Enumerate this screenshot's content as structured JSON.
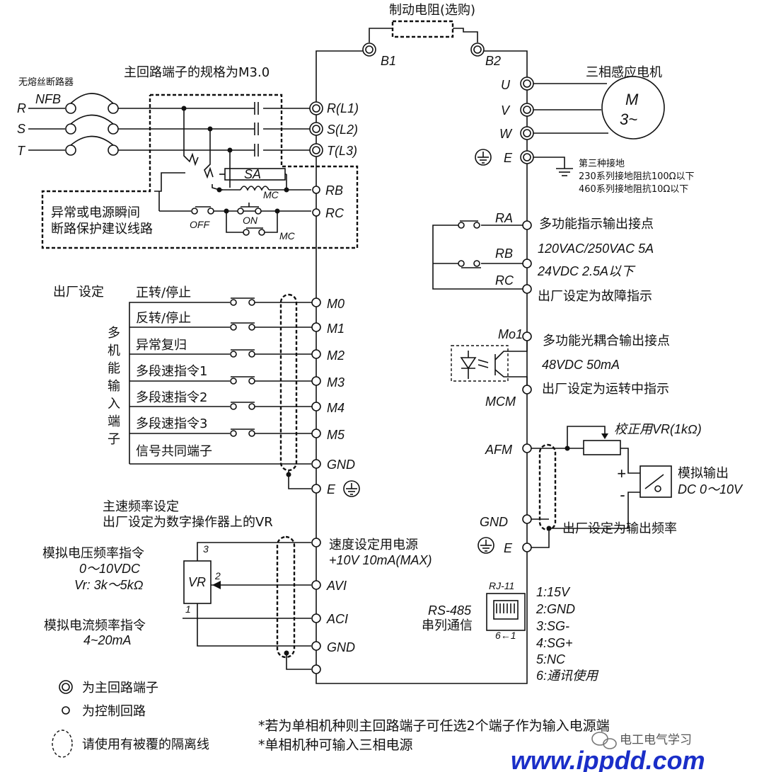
{
  "header": {
    "brake_resistor": "制动电阻(选购)",
    "main_terminal_spec": "主回路端子的规格为M3.0",
    "nfb_desc": "无熔丝断路器",
    "motor": "三相感应电机"
  },
  "input": {
    "nfb": "NFB",
    "phases": [
      "R",
      "S",
      "T"
    ],
    "terminals": [
      "R(L1)",
      "S(L2)",
      "T(L3)"
    ],
    "protect_line_1": "异常或电源瞬间",
    "protect_line_2": "断路保护建议线路",
    "sa": "SA",
    "mc": "MC",
    "off": "OFF",
    "on": "ON",
    "rb": "RB",
    "rc": "RC"
  },
  "brake": {
    "b1": "B1",
    "b2": "B2"
  },
  "output": {
    "terminals": [
      "U",
      "V",
      "W",
      "E"
    ],
    "motor_m": "M",
    "motor_phase": "3~",
    "ground_1": "第三种接地",
    "ground_2": "230系列接地阻抗100Ω以下",
    "ground_3": "460系列接地阻抗10Ω以下"
  },
  "relay": {
    "ra": "RA",
    "rb": "RB",
    "rc": "RC",
    "desc_1": "多功能指示输出接点",
    "desc_2": "120VAC/250VAC  5A",
    "desc_3": "24VDC  2.5A以下",
    "desc_4": "出厂设定为故障指示"
  },
  "inputs": {
    "factory": "出厂设定",
    "vertical_label": [
      "多",
      "机",
      "能",
      "输",
      "入",
      "端",
      "子"
    ],
    "functions": [
      "正转/停止",
      "反转/停止",
      "异常复归",
      "多段速指令1",
      "多段速指令2",
      "多段速指令3",
      "信号共同端子"
    ],
    "terminals": [
      "M0",
      "M1",
      "M2",
      "M3",
      "M4",
      "M5",
      "GND",
      "E"
    ]
  },
  "optocoupler": {
    "mo1": "Mo1",
    "mcm": "MCM",
    "desc_1": "多功能光耦合输出接点",
    "desc_2": "48VDC 50mA",
    "desc_3": "出厂设定为运转中指示"
  },
  "analog_out": {
    "afm": "AFM",
    "vr_cal": "校正用VR(1kΩ)",
    "meter_1": "模拟输出",
    "meter_2": "DC 0～10V",
    "plus": "+",
    "minus": "-",
    "gnd": "GND",
    "e": "E",
    "desc": "出厂设定为输出频率"
  },
  "speed": {
    "main_1": "主速频率设定",
    "main_2": "出厂设定为数字操作器上的VR",
    "volt_1": "模拟电压频率指令",
    "volt_2": "0～10VDC",
    "volt_3": "Vr:  3k～5kΩ",
    "curr_1": "模拟电流频率指令",
    "curr_2": "4~20mA",
    "vr": "VR",
    "pins": [
      "3",
      "2",
      "1"
    ],
    "supply_1": "速度设定用电源",
    "supply_2": "+10V 10mA(MAX)",
    "terminals": [
      "AVI",
      "ACI",
      "GND"
    ]
  },
  "rs485": {
    "rj": "RJ-11",
    "label_1": "RS-485",
    "label_2": "串列通信",
    "pins_dir": "6←1",
    "pinout": [
      "1:15V",
      "2:GND",
      "3:SG-",
      "4:SG+",
      "5:NC",
      "6:通讯使用"
    ]
  },
  "legend": {
    "main": "为主回路端子",
    "control": "为控制回路",
    "shield": "请使用有被覆的隔离线"
  },
  "notes": {
    "note_1": "*若为单相机种则主回路端子可任选2个端子作为输入电源端",
    "note_2": "*单相机种可输入三相电源"
  },
  "watermark": {
    "wechat": "电工电气学习",
    "url": "www.ippdd.com"
  }
}
